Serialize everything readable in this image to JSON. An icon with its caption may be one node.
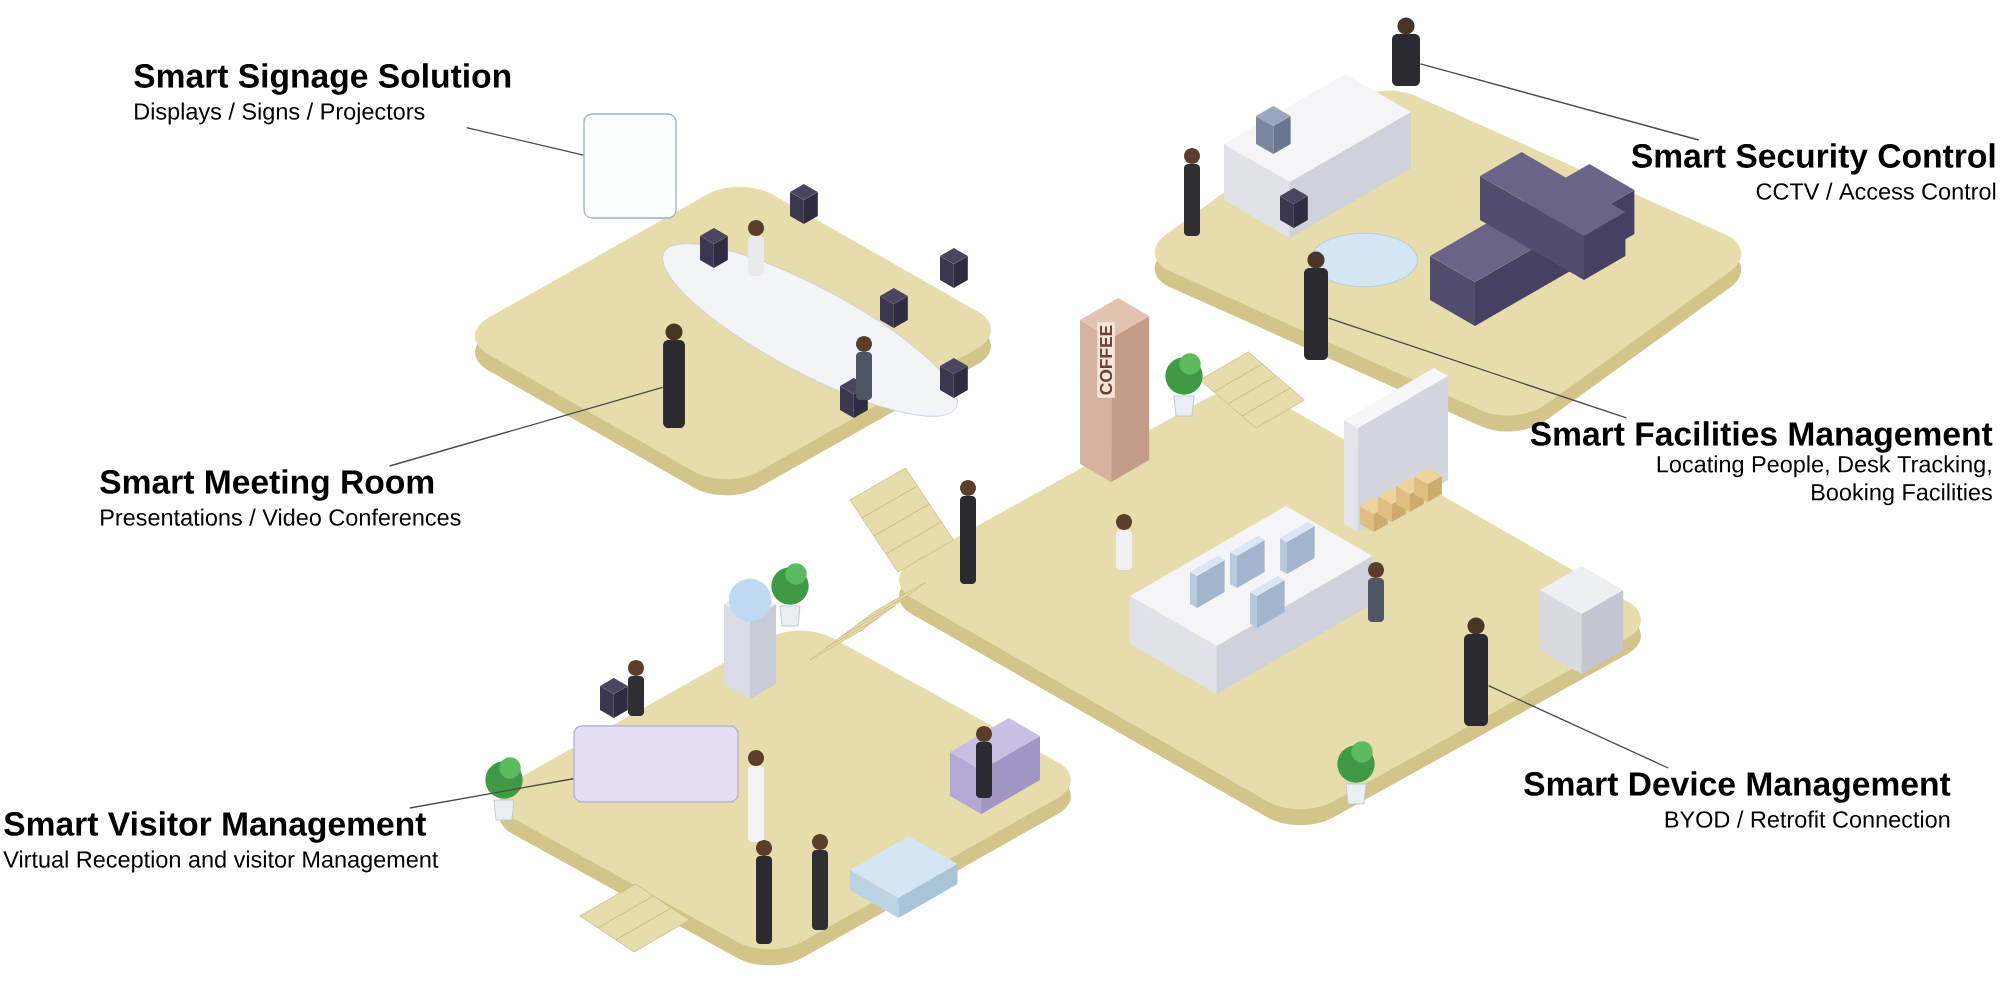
{
  "diagram": {
    "nodes": [
      {
        "text": [
          "Smart Signage Solution",
          "Displays / Signs / Projectors"
        ]
      },
      {
        "text": [
          "Smart Security Control",
          "CCTV / Access Control"
        ]
      },
      {
        "text": [
          "Smart Facilities Management",
          "Locating People, Desk Tracking, Booking Facilities"
        ]
      },
      {
        "text": [
          "Smart Meeting Room",
          "Presentations / Video Conferences"
        ]
      },
      {
        "text": [
          "Smart Device Management",
          "BYOD / Retrofit Connection"
        ]
      },
      {
        "text": [
          "Smart Visitor Management",
          "Virtual Reception and visitor Management"
        ]
      },
      {
        "text": [],
        "shape": "box"
      },
      {
        "text": [],
        "shape": "person"
      },
      {
        "text": [],
        "shape": "box"
      },
      {
        "text": [],
        "shape": "person"
      },
      {
        "text": [],
        "shape": "person"
      },
      {
        "text": [],
        "shape": "person"
      }
    ],
    "edges": [
      {
        "from": 0,
        "to": 6,
        "arrow": "none"
      },
      {
        "from": 3,
        "to": 7,
        "arrow": "none"
      },
      {
        "from": 5,
        "to": 8,
        "arrow": "none"
      },
      {
        "from": 2,
        "to": 9,
        "arrow": "none"
      },
      {
        "from": 1,
        "to": 10,
        "arrow": "none"
      },
      {
        "from": 4,
        "to": 11,
        "arrow": "none"
      }
    ],
    "labels": [
      "COFFEE"
    ]
  }
}
